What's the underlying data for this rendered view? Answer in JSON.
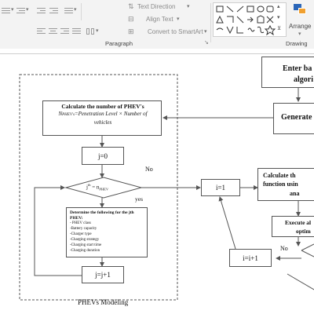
{
  "ribbon": {
    "paragraph": {
      "group_label": "Paragraph",
      "text_direction": "Text Direction",
      "align_text": "Align Text",
      "convert_smartart": "Convert to SmartArt"
    },
    "drawing": {
      "group_label": "Drawing",
      "arrange_label": "Arrange"
    }
  },
  "diagram": {
    "module_label": "PHEVs Modeling",
    "calc_title": "Calculate the number of PHEV's",
    "calc_formula_n": "N",
    "calc_formula_sub": "PHEV's",
    "calc_formula_rest": "=Penetration Level × Number of",
    "calc_formula_end": "vehicles",
    "j0": "j=0",
    "no_top": "No",
    "cond_main": "j",
    "cond_sup": "th",
    "cond_rest": "= n",
    "cond_sub": "PHEV",
    "yes": "yes",
    "det_title1": "Determine the following for the jth",
    "det_title2": "PHEV:",
    "det_items": [
      "- PHEV class",
      "-Battery capacity",
      "-Charger type",
      "-Charging strategy",
      "-Charging start time",
      "-Charging duration"
    ],
    "jinc": "j=j+1",
    "i1": "i=1",
    "iinc": "i=i+1",
    "no_bottom": "No",
    "right_enter1": "Enter ba",
    "right_enter2": "algori",
    "right_generate": "Generate",
    "right_calc1": "Calculate th",
    "right_calc2": "function usin",
    "right_calc3": "ana",
    "right_exec1": "Execute al",
    "right_exec2": "optim"
  }
}
